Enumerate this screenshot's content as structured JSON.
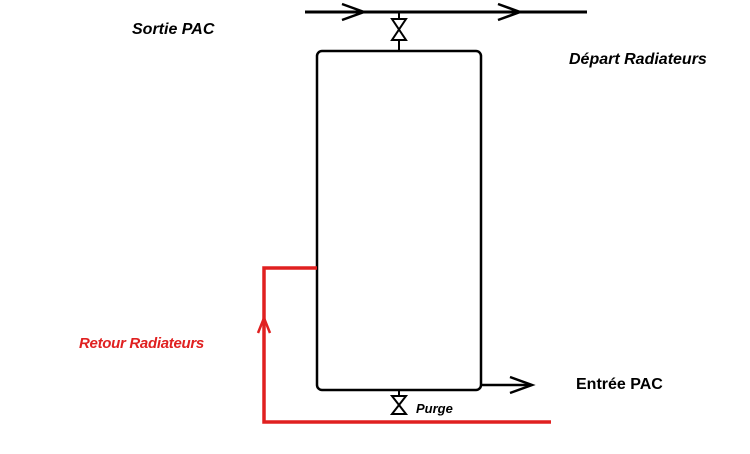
{
  "labels": {
    "sortie_pac": "Sortie PAC",
    "depart_radiateurs": "Départ Radiateurs",
    "retour_radiateurs": "Retour Radiateurs",
    "entree_pac": "Entrée PAC",
    "purge": "Purge"
  },
  "colors": {
    "line": "#000000",
    "return_line": "#e02020",
    "background": "#ffffff"
  }
}
